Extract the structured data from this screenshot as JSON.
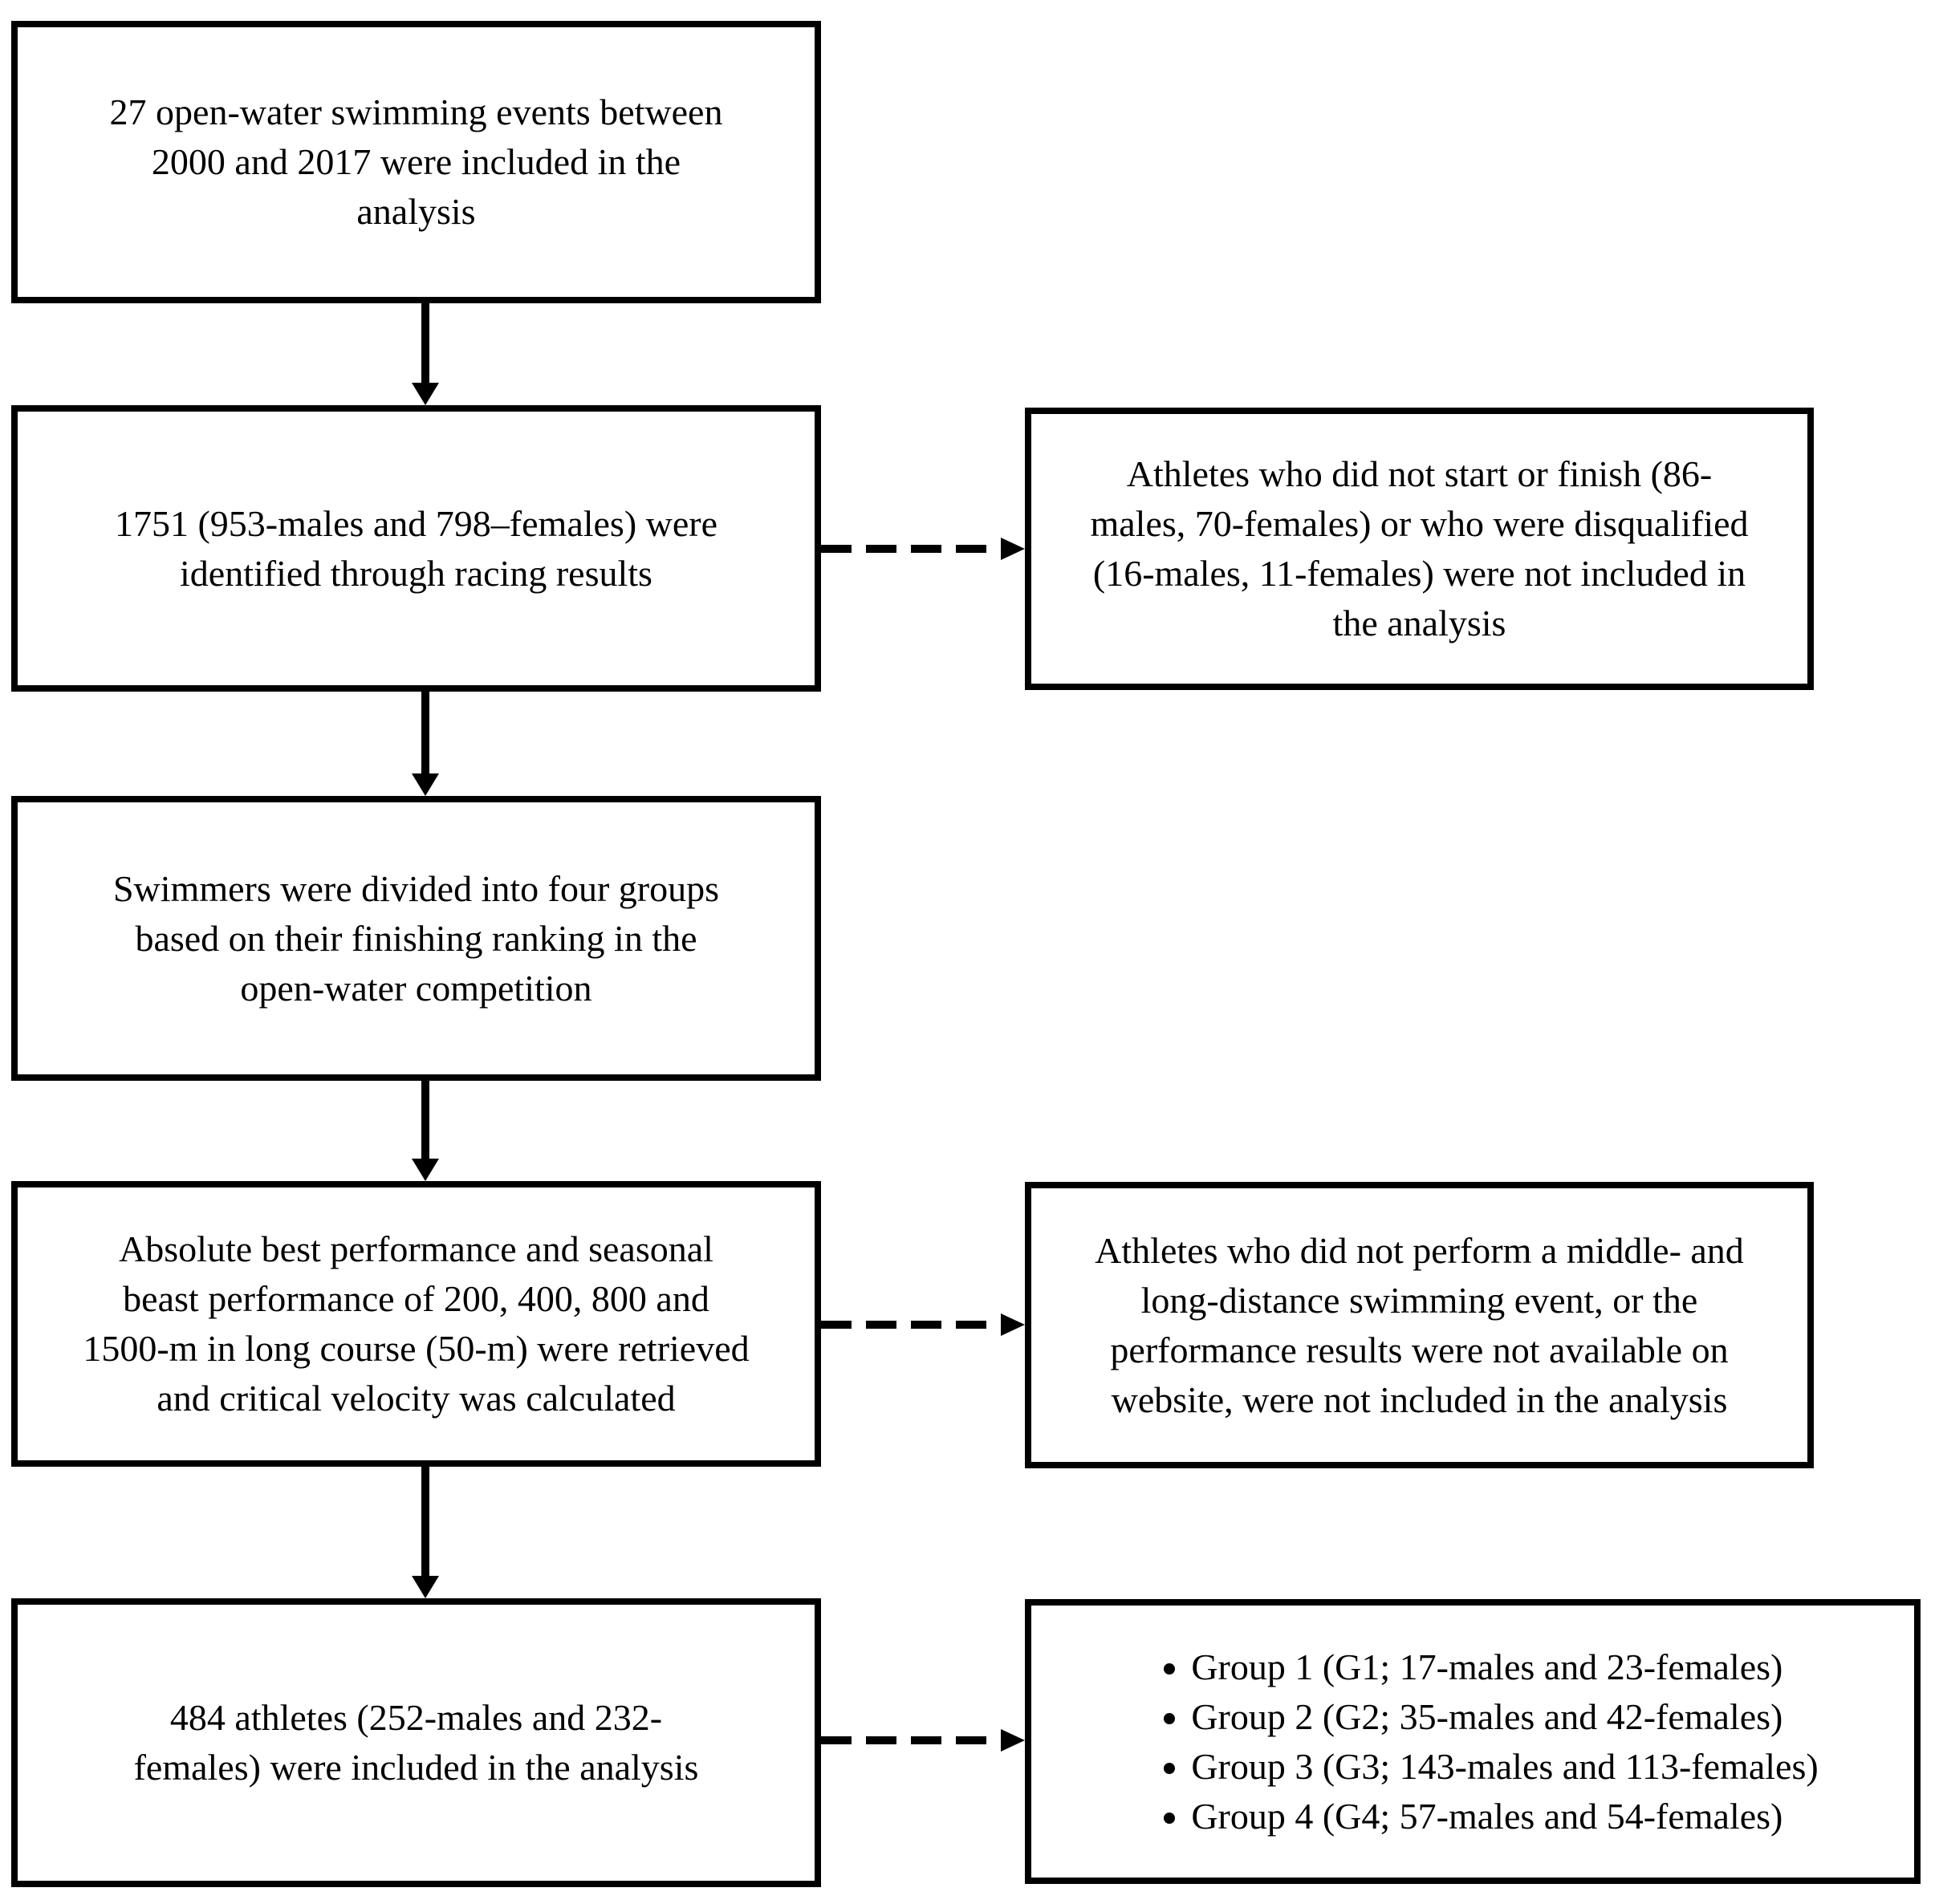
{
  "colors": {
    "ink": "#000000",
    "paper": "#ffffff"
  },
  "boxes": {
    "events": {
      "lines": [
        "27 open-water swimming events between",
        "2000 and 2017 were included in the",
        "analysis"
      ]
    },
    "identified": {
      "lines": [
        "1751 (953-males and 798–females) were",
        "identified through racing results"
      ]
    },
    "excluded_dnf": {
      "lines": [
        "Athletes who did not start or finish (86-",
        "males, 70-females) or who were disqualified",
        "(16-males, 11-females) were not included in",
        "the analysis"
      ]
    },
    "divided": {
      "lines": [
        "Swimmers were divided into four groups",
        "based on their finishing ranking in the",
        "open-water competition"
      ]
    },
    "performance": {
      "lines": [
        "Absolute best performance and seasonal",
        "beast performance of 200, 400, 800 and",
        "1500-m in long course (50-m) were retrieved",
        "and critical velocity was calculated"
      ]
    },
    "excluded_no_results": {
      "lines": [
        "Athletes who did not perform a middle- and",
        "long-distance swimming event, or the",
        "performance results were not available on",
        "website, were not included in the analysis"
      ]
    },
    "included": {
      "lines": [
        "484 athletes (252-males and 232-",
        "females) were included in the analysis"
      ]
    },
    "groups": {
      "items": [
        "Group 1 (G1; 17-males and 23-females)",
        "Group 2 (G2; 35-males and 42-females)",
        "Group 3 (G3; 143-males and 113-females)",
        "Group 4 (G4; 57-males and 54-females)"
      ]
    }
  }
}
